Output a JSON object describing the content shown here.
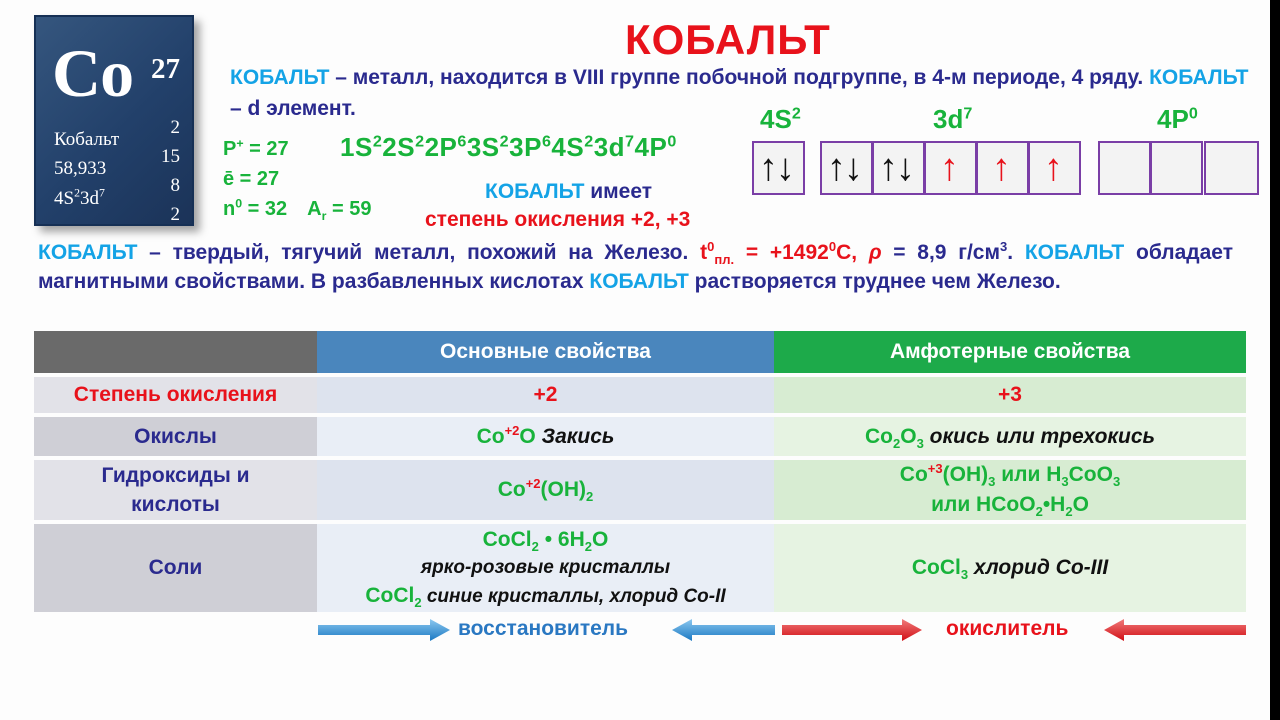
{
  "element_tile": {
    "symbol": "Co",
    "atomic_number": "27",
    "name": "Кобальт",
    "mass": "58,933",
    "config_main": "4S",
    "config_sup1": "2",
    "config_tail": "3d",
    "config_sup2": "7",
    "shells": [
      "2",
      "15",
      "8",
      "2"
    ]
  },
  "title": "КОБАЛЬТ",
  "intro": {
    "name1": "КОБАЛЬТ",
    "text1": " – металл, находится в VIII группе побочной подгруппе, в 4-м периоде, 4 ряду. ",
    "name2": "КОБАЛЬТ",
    "text2": " – d элемент."
  },
  "atom": {
    "protons": "P",
    "protons_sup": "+",
    "protons_val": " = 27",
    "electrons": "ē = 27",
    "neutrons": "n",
    "neutrons_sup": "0",
    "neutrons_val": " = 32",
    "ar": "A",
    "ar_sub": "r",
    "ar_val": " = 59"
  },
  "config_parts": [
    {
      "t": "1S",
      "s": "2"
    },
    {
      "t": "2S",
      "s": "2"
    },
    {
      "t": "2P",
      "s": "6"
    },
    {
      "t": "3S",
      "s": "2"
    },
    {
      "t": "3P",
      "s": "6"
    },
    {
      "t": "4S",
      "s": "2"
    },
    {
      "t": "3d",
      "s": "7"
    },
    {
      "t": "4P",
      "s": "0"
    }
  ],
  "has_line": {
    "name": "КОБАЛЬТ",
    "text": " имеет"
  },
  "oxidation_line": "степень окисления +2, +3",
  "orbitals": {
    "s_label": "4S",
    "s_sup": "2",
    "d_label": "3d",
    "d_sup": "7",
    "p_label": "4P",
    "p_sup": "0"
  },
  "properties": {
    "name1": "КОБАЛЬТ",
    "text1": " – твердый, тягучий металл, похожий на Железо. ",
    "melt": "t",
    "melt_sup": "0",
    "melt_sub": "пл.",
    "melt_val": " = +1492",
    "melt_sup2": "0",
    "melt_unit": "С, ",
    "rho": "ρ",
    "rho_val": " = 8,9 г/см",
    "rho_sup": "3",
    "rho_end": ". ",
    "name2": "КОБАЛЬТ",
    "text2": " обладает магнитными свойствами. В разбавленных кислотах ",
    "name3": "КОБАЛЬТ",
    "text3": " растворяется труднее чем Железо."
  },
  "table": {
    "head_basic": "Основные свойства",
    "head_amph": "Амфотерные свойства",
    "rows": {
      "ox_label": "Степень окисления",
      "ox_basic": "+2",
      "ox_amph": "+3",
      "oxides_label": "Окислы",
      "oxide_basic_formula": "Co",
      "oxide_basic_sup": "+2",
      "oxide_basic_o": "O",
      "oxide_basic_name": "Закись",
      "oxide_amph_co": "Co",
      "oxide_amph_sub1": "2",
      "oxide_amph_o": "O",
      "oxide_amph_sub2": "3",
      "oxide_amph_name": "окись или трехокись",
      "hyd_label1": "Гидроксиды и",
      "hyd_label2": "кислоты",
      "hyd_basic_co": "Co",
      "hyd_basic_sup": "+2",
      "hyd_basic_oh": "(OH)",
      "hyd_basic_sub": "2",
      "hyd_amph_co": "Co",
      "hyd_amph_sup": "+3",
      "hyd_amph_oh": "(OH)",
      "hyd_amph_sub": "3",
      "hyd_amph_or1": " или H",
      "hyd_amph_sub2": "3",
      "hyd_amph_coo": "CoO",
      "hyd_amph_sub3": "3",
      "hyd_amph_or2": "или HCoO",
      "hyd_amph_sub4": "2",
      "hyd_amph_dot": "•H",
      "hyd_amph_sub5": "2",
      "hyd_amph_o": "O",
      "salts_label": "Соли",
      "salt_basic_1": "CoCl",
      "salt_basic_1_sub": "2",
      "salt_basic_1_mid": " • 6H",
      "salt_basic_1_sub2": "2",
      "salt_basic_1_end": "O",
      "salt_basic_desc1": "ярко-розовые кристаллы",
      "salt_basic_2": "CoCl",
      "salt_basic_2_sub": "2",
      "salt_basic_desc2": " синие кристаллы, хлорид Co-II",
      "salt_amph": "CoCl",
      "salt_amph_sub": "3",
      "salt_amph_desc": " хлорид Co-III"
    }
  },
  "footer": {
    "reducer": "восстановитель",
    "oxidizer": "окислитель"
  },
  "colors": {
    "title_red": "#e8121b",
    "cyan": "#14a3e6",
    "navy": "#2a2a8e",
    "green": "#18b33b",
    "head_blue": "#4a86bd",
    "head_green": "#1daa4a"
  }
}
